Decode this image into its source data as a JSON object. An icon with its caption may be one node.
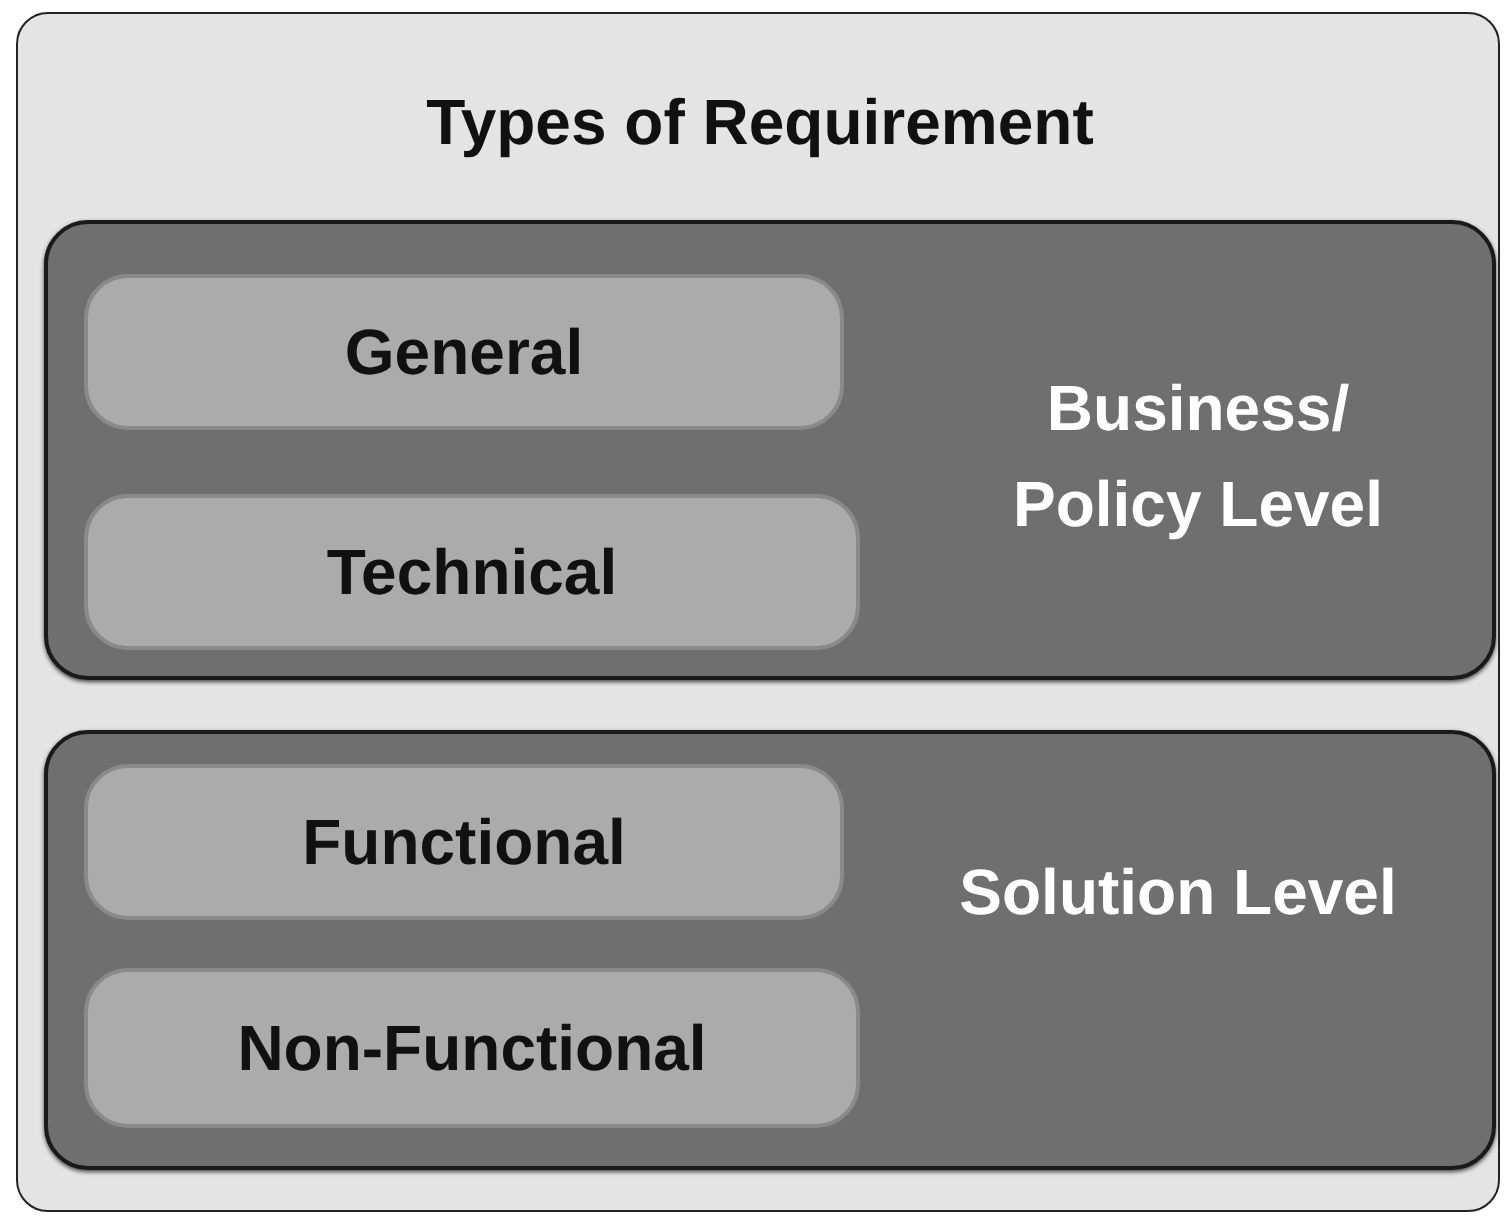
{
  "diagram": {
    "nodes": [
      {
        "text": [
          "Types of Requirement"
        ]
      },
      {
        "text": [
          "Business/ Policy Level"
        ],
        "in": 0
      },
      {
        "text": [
          "General"
        ],
        "in": 1
      },
      {
        "text": [
          "Technical"
        ],
        "in": 1
      },
      {
        "text": [
          "Solution Level"
        ],
        "in": 0
      },
      {
        "text": [
          "Functional"
        ],
        "in": 4
      },
      {
        "text": [
          "Non-Functional"
        ],
        "in": 4
      }
    ]
  }
}
